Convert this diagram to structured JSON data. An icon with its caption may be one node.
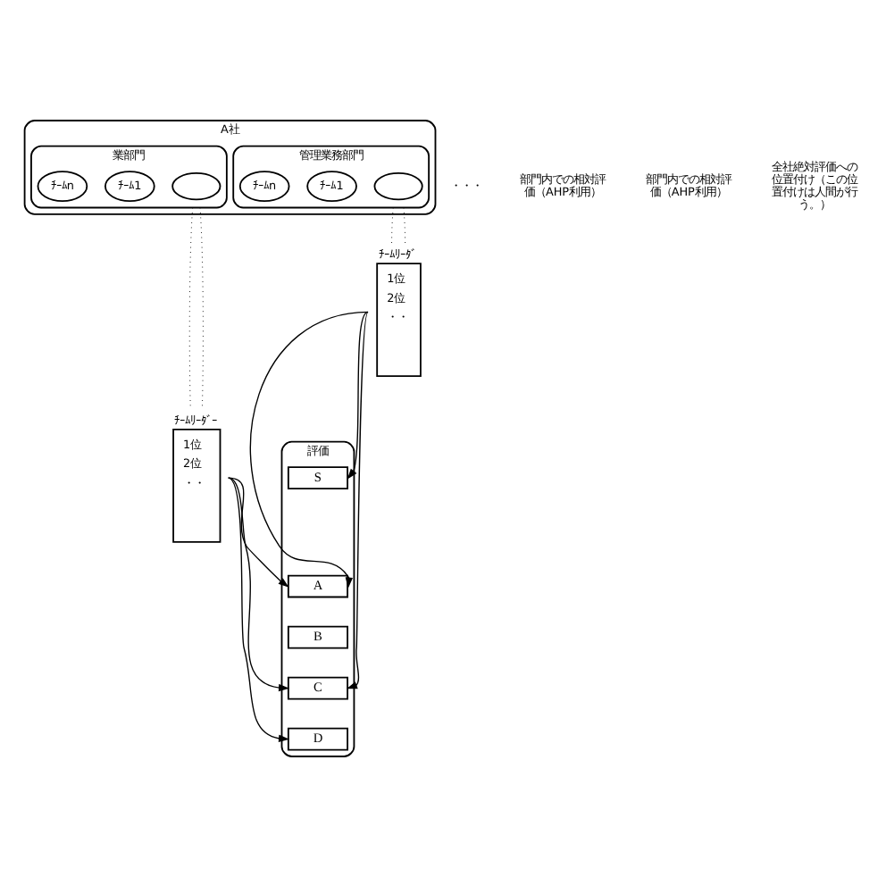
{
  "diagram": {
    "nodes": [
      {
        "text": [
          "A社"
        ]
      },
      {
        "text": [
          "業部門"
        ],
        "in": 0
      },
      {
        "text": [],
        "shape": "ellipse",
        "in": 1
      },
      {
        "text": [
          "ﾁｰﾑ1"
        ],
        "in": 1
      },
      {
        "text": [
          "ﾁｰﾑn"
        ],
        "in": 1
      },
      {
        "text": [
          "管理業務部門"
        ],
        "in": 0
      },
      {
        "text": [],
        "shape": "ellipse",
        "in": 5
      },
      {
        "text": [
          "ﾁｰﾑ1"
        ],
        "in": 5
      },
      {
        "text": [
          "ﾁｰﾑn"
        ],
        "in": 5
      },
      {
        "text": [
          "ﾁｰﾑﾘｰﾀﾞｰ",
          "1位",
          "2位",
          "・・"
        ]
      },
      {
        "text": [
          "ﾁｰﾑﾘｰﾀﾞ",
          "1位",
          "2位",
          "・・"
        ]
      },
      {
        "text": [
          "評価"
        ]
      },
      {
        "text": [
          "S"
        ],
        "in": 11
      },
      {
        "text": [
          "A"
        ],
        "in": 11
      },
      {
        "text": [
          "B"
        ],
        "in": 11
      },
      {
        "text": [
          "C"
        ],
        "in": 11
      },
      {
        "text": [
          "D"
        ],
        "in": 11
      }
    ],
    "edges": [
      {
        "from": 1,
        "to": 9,
        "arrow": "none",
        "style": "dashed"
      },
      {
        "from": 1,
        "to": 9,
        "arrow": "none",
        "style": "dashed"
      },
      {
        "from": 5,
        "to": 10,
        "arrow": "none",
        "style": "dashed"
      },
      {
        "from": 5,
        "to": 10,
        "arrow": "none",
        "style": "dashed"
      },
      {
        "from": 9,
        "to": 13,
        "arrow": "to"
      },
      {
        "from": 9,
        "to": 15,
        "arrow": "to"
      },
      {
        "from": 9,
        "to": 16,
        "arrow": "to"
      },
      {
        "from": 10,
        "to": 12,
        "arrow": "to"
      },
      {
        "from": 10,
        "to": 13,
        "arrow": "to"
      },
      {
        "from": 10,
        "to": 15,
        "arrow": "to"
      }
    ],
    "labels": [
      "・・・",
      "部門内での相対評価（AHP利用）",
      "部門内での相対評価（AHP利用）",
      "全社絶対評価への位置付け（この位置付けは人間が行う。）"
    ]
  }
}
